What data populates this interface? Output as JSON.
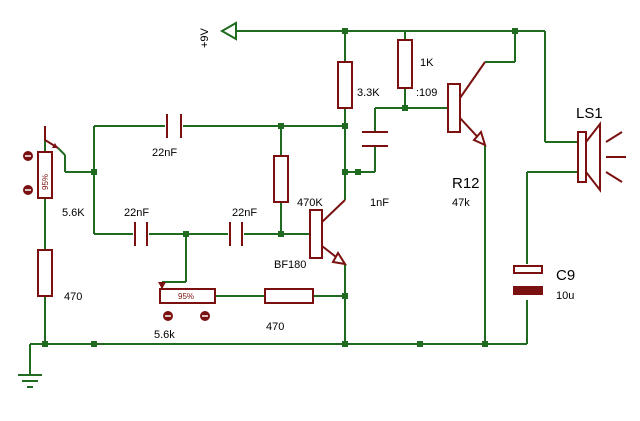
{
  "supply": {
    "label": "+9V"
  },
  "components": {
    "r_1k": {
      "value": "1K"
    },
    "r_33k": {
      "value": "3.3K"
    },
    "transistor_q2": {
      "label": ":109"
    },
    "r12": {
      "ref": "R12",
      "value": "47k"
    },
    "c_22nf_top": {
      "value": "22nF"
    },
    "c_22nf_left": {
      "value": "22nF"
    },
    "c_22nf_right": {
      "value": "22nF"
    },
    "r_470k": {
      "value": "470K"
    },
    "transistor_q1": {
      "label": "BF180"
    },
    "c_1nf": {
      "value": "1nF"
    },
    "pot_left": {
      "value": "5.6K",
      "dial": "95%"
    },
    "r_470_left": {
      "value": "470"
    },
    "pot_bottom": {
      "value": "5.6k",
      "dial": "95%"
    },
    "r_470_bottom": {
      "value": "470"
    },
    "speaker": {
      "ref": "LS1"
    },
    "c9": {
      "ref": "C9",
      "value": "10u"
    }
  },
  "colors": {
    "wire": "#1f6b1f",
    "component": "#7a1010"
  }
}
